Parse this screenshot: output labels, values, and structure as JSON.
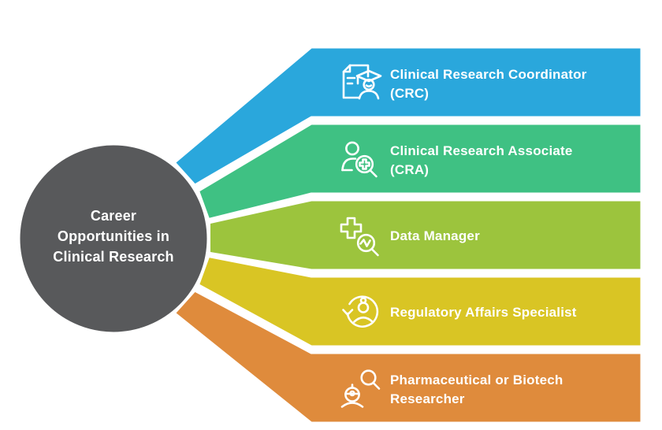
{
  "title": {
    "lines": [
      "Career",
      "Opportunities in",
      "Clinical Research"
    ]
  },
  "center": {
    "color": "#58595b",
    "text_color": "#ffffff"
  },
  "separator_color": "#ffffff",
  "background_color": "#ffffff",
  "items": [
    {
      "label_line1": "Clinical Research Coordinator",
      "label_line2": "(CRC)",
      "color": "#2aa7dc",
      "icon": "document-graduate-icon"
    },
    {
      "label_line1": "Clinical Research Associate",
      "label_line2": "(CRA)",
      "color": "#3fc183",
      "icon": "person-magnifier-medical-icon"
    },
    {
      "label_line1": "Data Manager",
      "label_line2": "",
      "color": "#9cc43d",
      "icon": "medical-cross-magnifier-chart-icon"
    },
    {
      "label_line1": "Regulatory Affairs Specialist",
      "label_line2": "",
      "color": "#d9c524",
      "icon": "cycle-arrow-person-icon"
    },
    {
      "label_line1": "Pharmaceutical or Biotech",
      "label_line2": "Researcher",
      "color": "#df8b3c",
      "icon": "researcher-magnifier-icon"
    }
  ]
}
